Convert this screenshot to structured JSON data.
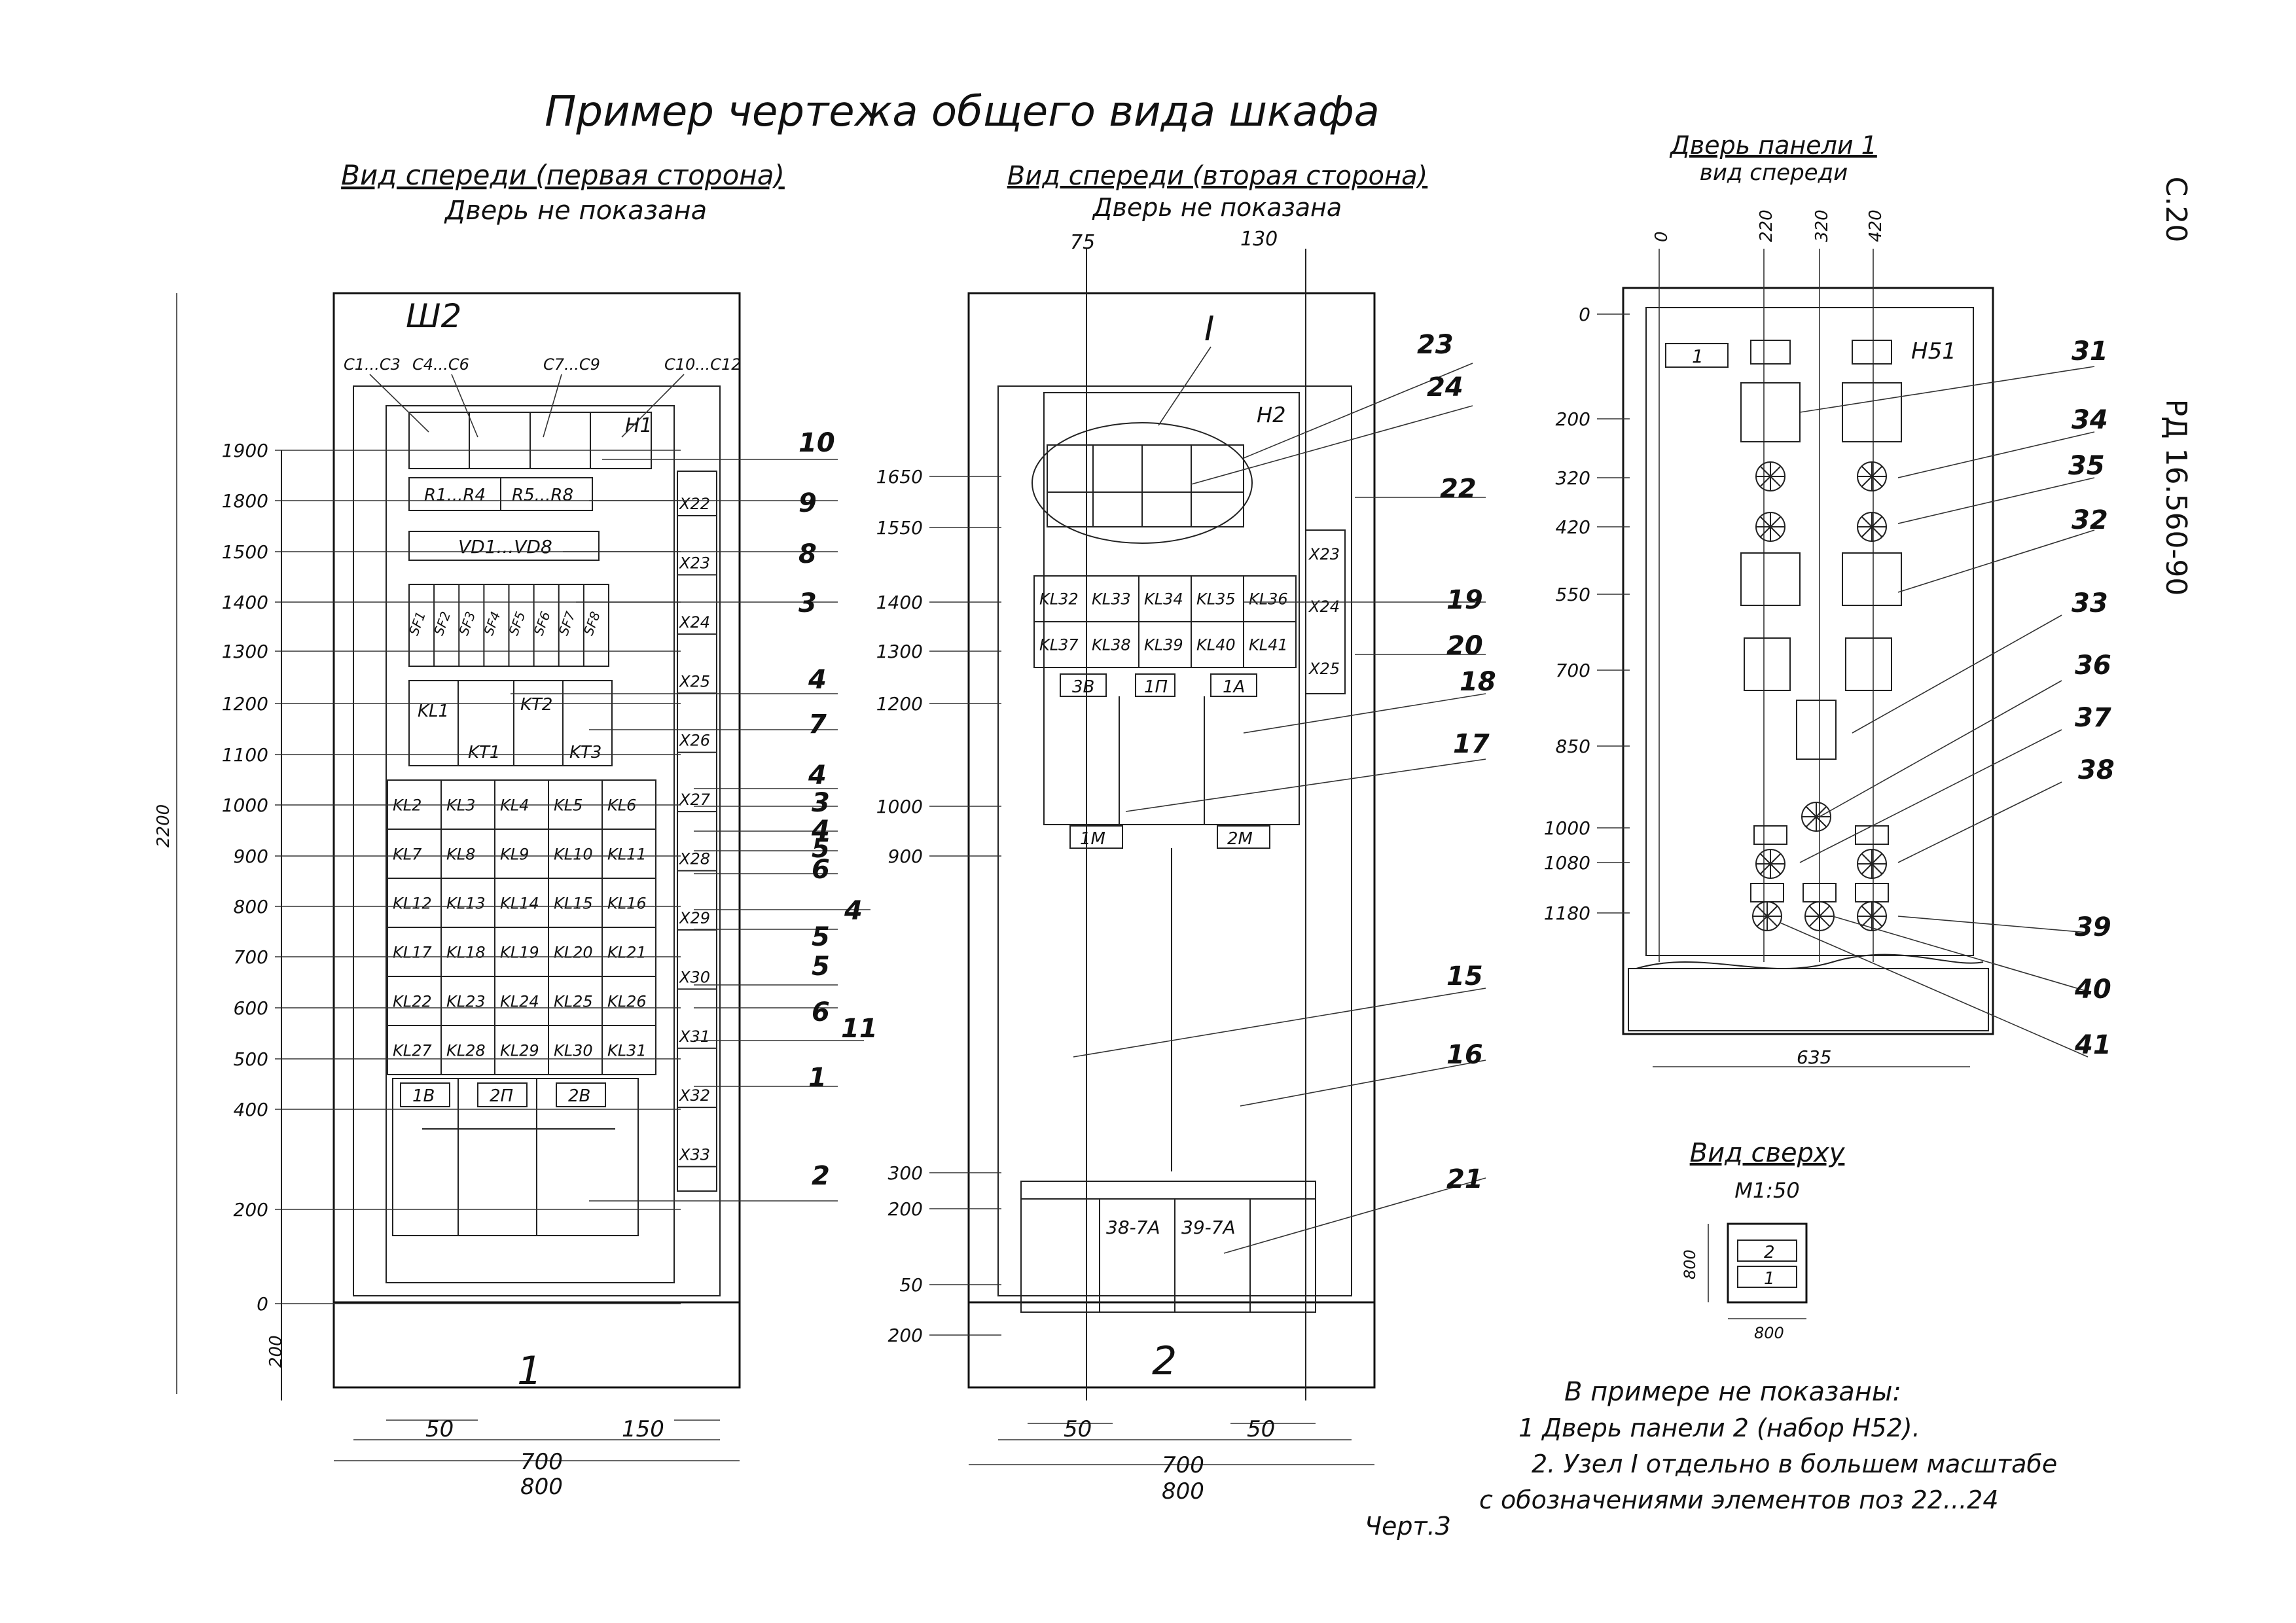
{
  "page": {
    "title": "Пример чертежа общего вида шкафа",
    "doc_code": "РД 16.560-90",
    "page_no": "С.20",
    "chart_label": "Черт.3"
  },
  "view1": {
    "title": "Вид спереди (первая сторона)",
    "subtitle": "Дверь не показана",
    "panel_tag": "Ш2",
    "caption": "1",
    "height": "2200",
    "height_base": "200",
    "width_inner": "700",
    "width_outer": "800",
    "margin_left": "50",
    "margin_right": "150",
    "levels": [
      "1900",
      "1800",
      "1500",
      "1400",
      "1300",
      "1200",
      "1100",
      "1000",
      "900",
      "800",
      "700",
      "600",
      "500",
      "400",
      "200",
      "0"
    ],
    "top_cells": [
      "C1...C3",
      "C4...C6",
      "C7...C9",
      "C10...C12"
    ],
    "h_label": "H1",
    "r_cells": [
      "R1...R4",
      "R5...R8"
    ],
    "vd_label": "VD1...VD8",
    "sf_cells": [
      "SF1",
      "SF2",
      "SF3",
      "SF4",
      "SF5",
      "SF6",
      "SF7",
      "SF8"
    ],
    "kt_cells": [
      "KL1",
      "KT2",
      "KT1",
      "KT3"
    ],
    "relay_rows": [
      [
        "KL2",
        "KL3",
        "KL4",
        "KL5",
        "KL6"
      ],
      [
        "KL7",
        "KL8",
        "KL9",
        "KL10",
        "KL11"
      ],
      [
        "KL12",
        "KL13",
        "KL14",
        "KL15",
        "KL16"
      ],
      [
        "KL17",
        "KL18",
        "KL19",
        "KL20",
        "KL21"
      ],
      [
        "KL22",
        "KL23",
        "KL24",
        "KL25",
        "KL26"
      ],
      [
        "KL27",
        "KL28",
        "KL29",
        "KL30",
        "KL31"
      ]
    ],
    "bottom_cells": [
      "1B",
      "2П",
      "2В"
    ],
    "terminals": [
      "X22",
      "X23",
      "X24",
      "X25",
      "X26",
      "X27",
      "X28",
      "X29",
      "X30",
      "X31",
      "X32",
      "X33"
    ],
    "callouts": [
      "10",
      "9",
      "8",
      "3",
      "4",
      "7",
      "4",
      "3",
      "4",
      "5",
      "6",
      "4",
      "5",
      "5",
      "6",
      "11",
      "1",
      "2"
    ]
  },
  "view2": {
    "title": "Вид спереди (вторая сторона)",
    "subtitle": "Дверь не показана",
    "caption": "2",
    "dim_top_left": "75",
    "dim_top_right": "130",
    "node_label": "I",
    "h_label": "H2",
    "levels": [
      "1650",
      "1550",
      "1400",
      "1300",
      "1200",
      "1000",
      "900",
      "300",
      "200",
      "50",
      "200"
    ],
    "relay_rows": [
      [
        "KL32",
        "KL33",
        "KL34",
        "KL35",
        "KL36"
      ],
      [
        "KL37",
        "KL38",
        "KL39",
        "KL40",
        "KL41"
      ]
    ],
    "small_cells": [
      "3B",
      "1П",
      "1A"
    ],
    "lower_cells": [
      "1M",
      "2M"
    ],
    "bottom_cells": [
      "38-7A",
      "39-7A"
    ],
    "terminals": [
      "X23",
      "X24",
      "X25"
    ],
    "width_inner": "700",
    "width_outer": "800",
    "margin_left": "50",
    "margin_right": "50",
    "callouts": [
      "23",
      "24",
      "22",
      "19",
      "20",
      "18",
      "17",
      "15",
      "16",
      "21"
    ]
  },
  "view3": {
    "title": "Дверь панели 1",
    "subtitle": "вид спереди",
    "col_marks": [
      "0",
      "220",
      "320",
      "420"
    ],
    "levels": [
      "0",
      "200",
      "320",
      "420",
      "550",
      "700",
      "850",
      "1000",
      "1080",
      "1180"
    ],
    "h_label": "H51",
    "plate_label": "1",
    "width": "635",
    "callouts": [
      "31",
      "34",
      "35",
      "32",
      "33",
      "36",
      "37",
      "38",
      "39",
      "40",
      "41"
    ]
  },
  "top_view": {
    "title": "Вид сверху",
    "scale": "М1:50",
    "height": "800",
    "width": "800",
    "items": [
      "2",
      "1"
    ]
  },
  "notes": {
    "title": "В примере не показаны:",
    "items": [
      "1 Дверь панели 2 (набор Н52).",
      "2. Узел I отдельно в большем масштабе",
      "с обозначениями элементов поз 22...24"
    ]
  }
}
